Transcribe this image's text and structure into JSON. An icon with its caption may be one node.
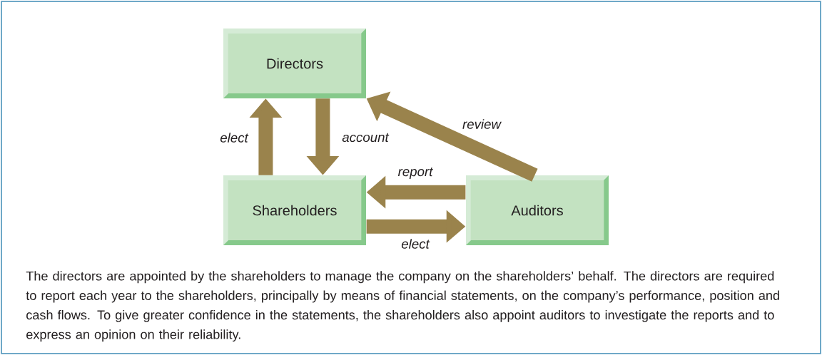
{
  "diagram": {
    "caption": "The directors are appointed by the shareholders to manage the company on the shareholders’ behalf. The directors are required to report each year to the shareholders, principally by means of financial statements, on the company’s performance, position and cash flows. To give greater confidence in the statements, the shareholders also appoint auditors to investigate the reports and to express an opinion on their reliability.",
    "nodes": [
      {
        "text": [
          "Directors"
        ]
      },
      {
        "text": [
          "Shareholders"
        ]
      },
      {
        "text": [
          "Auditors"
        ]
      }
    ],
    "edges": [
      {
        "from": 1,
        "to": 0,
        "arrow": "to",
        "label": "elect"
      },
      {
        "from": 0,
        "to": 1,
        "arrow": "to",
        "label": "account"
      },
      {
        "from": 2,
        "to": 0,
        "arrow": "to",
        "label": "review"
      },
      {
        "from": 2,
        "to": 1,
        "arrow": "to",
        "label": "report"
      },
      {
        "from": 1,
        "to": 2,
        "arrow": "to",
        "label": "elect"
      }
    ]
  }
}
